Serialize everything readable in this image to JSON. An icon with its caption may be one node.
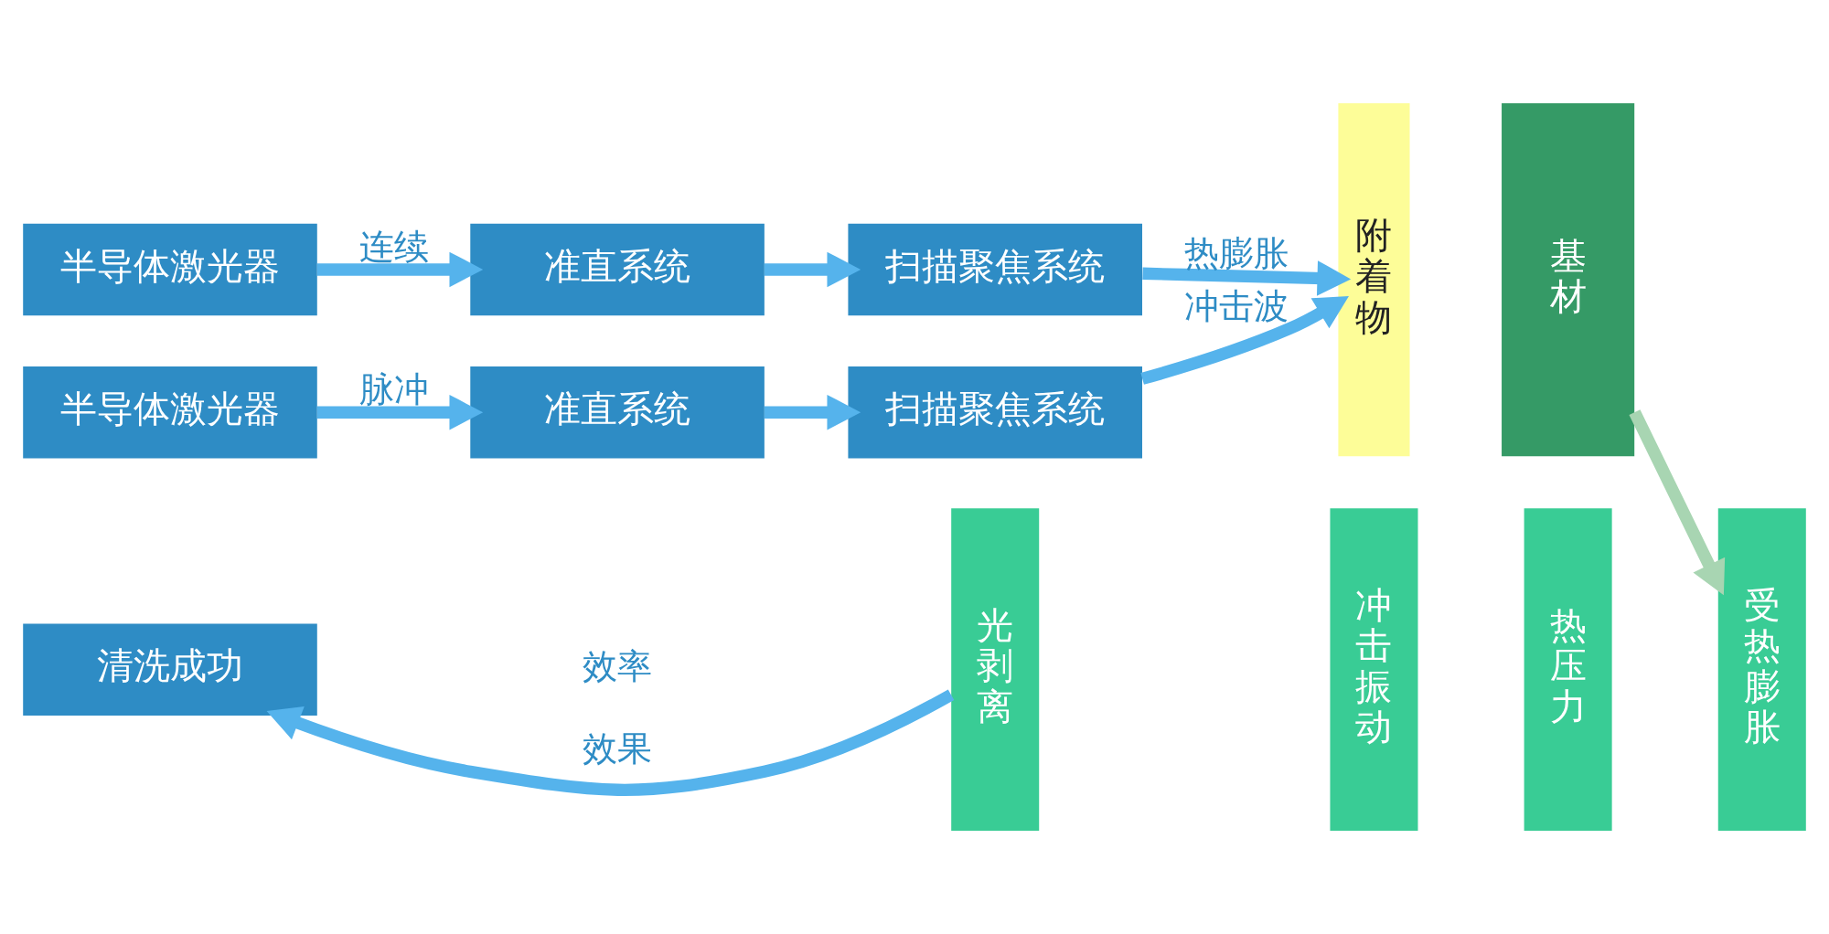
{
  "diagram": {
    "nodes": [
      {
        "text": [
          "半导体激光器"
        ]
      },
      {
        "text": [
          "准直系统"
        ]
      },
      {
        "text": [
          "扫描聚焦系统"
        ]
      },
      {
        "text": [
          "半导体激光器"
        ]
      },
      {
        "text": [
          "准直系统"
        ]
      },
      {
        "text": [
          "扫描聚焦系统"
        ]
      },
      {
        "text": [
          "附着物"
        ]
      },
      {
        "text": [
          "基材"
        ]
      },
      {
        "text": [
          "光剥离"
        ]
      },
      {
        "text": [
          "冲击振动"
        ]
      },
      {
        "text": [
          "热压力"
        ]
      },
      {
        "text": [
          "受热膨胀"
        ]
      },
      {
        "text": [
          "清洗成功"
        ]
      }
    ],
    "edges": [
      {
        "from": 0,
        "to": 1,
        "arrow": "to",
        "label": "连续"
      },
      {
        "from": 1,
        "to": 2,
        "arrow": "to"
      },
      {
        "from": 2,
        "to": 6,
        "arrow": "to",
        "label": "热膨胀"
      },
      {
        "from": 3,
        "to": 4,
        "arrow": "to",
        "label": "脉冲"
      },
      {
        "from": 4,
        "to": 5,
        "arrow": "to"
      },
      {
        "from": 5,
        "to": 6,
        "arrow": "to",
        "label": "冲击波"
      },
      {
        "from": 7,
        "to": 11,
        "arrow": "to",
        "color": "#a8d5b2"
      },
      {
        "from": 8,
        "to": 12,
        "arrow": "to",
        "label": "效果"
      }
    ],
    "labels": [
      "效率"
    ]
  }
}
